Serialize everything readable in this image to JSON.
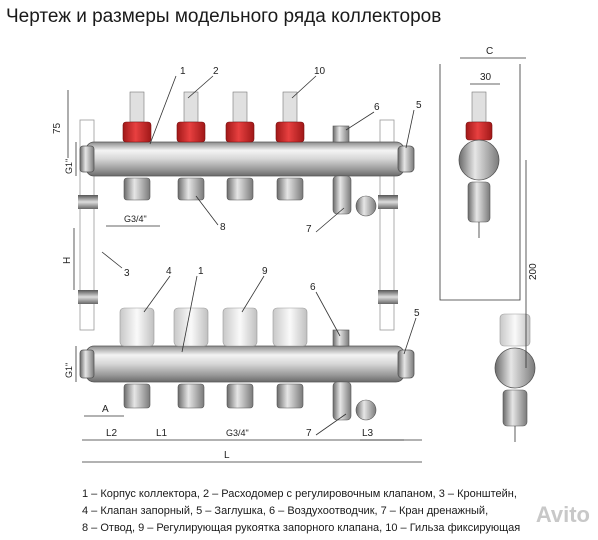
{
  "title": "Чертеж и размеры модельного ряда коллекторов",
  "callouts": {
    "c1": "1",
    "c2": "2",
    "c10": "10",
    "c6": "6",
    "c5": "5",
    "c8": "8",
    "c7": "7",
    "c3": "3",
    "c4": "4",
    "c1b": "1",
    "c9": "9",
    "c6b": "6",
    "c5b": "5",
    "c7b": "7"
  },
  "dimensions": {
    "d75": "75",
    "g1_top": "G1\"",
    "g34_top": "G3/4\"",
    "h": "H",
    "g1_bot": "G1\"",
    "a": "A",
    "l2": "L2",
    "l1": "L1",
    "g34_bot": "G3/4\"",
    "l3": "L3",
    "l": "L",
    "c": "C",
    "d30": "30",
    "d200": "200"
  },
  "legend": {
    "line1": "1 – Корпус коллектора, 2 – Расходомер с регулировочным клапаном, 3 – Кронштейн,",
    "line2": "4 – Клапан запорный, 5 – Заглушка, 6 – Воздухоотводчик, 7 – Кран дренажный,",
    "line3": "8 – Отвод, 9 – Регулирующая рукоятка запорного клапана, 10 – Гильза фиксирующая"
  },
  "watermark": "Avito",
  "colors": {
    "flowmeter_red": "#d42a2a",
    "cap_white": "#ececec",
    "metal_light": "#e8e8e8",
    "metal_dark": "#7a7a7a"
  }
}
